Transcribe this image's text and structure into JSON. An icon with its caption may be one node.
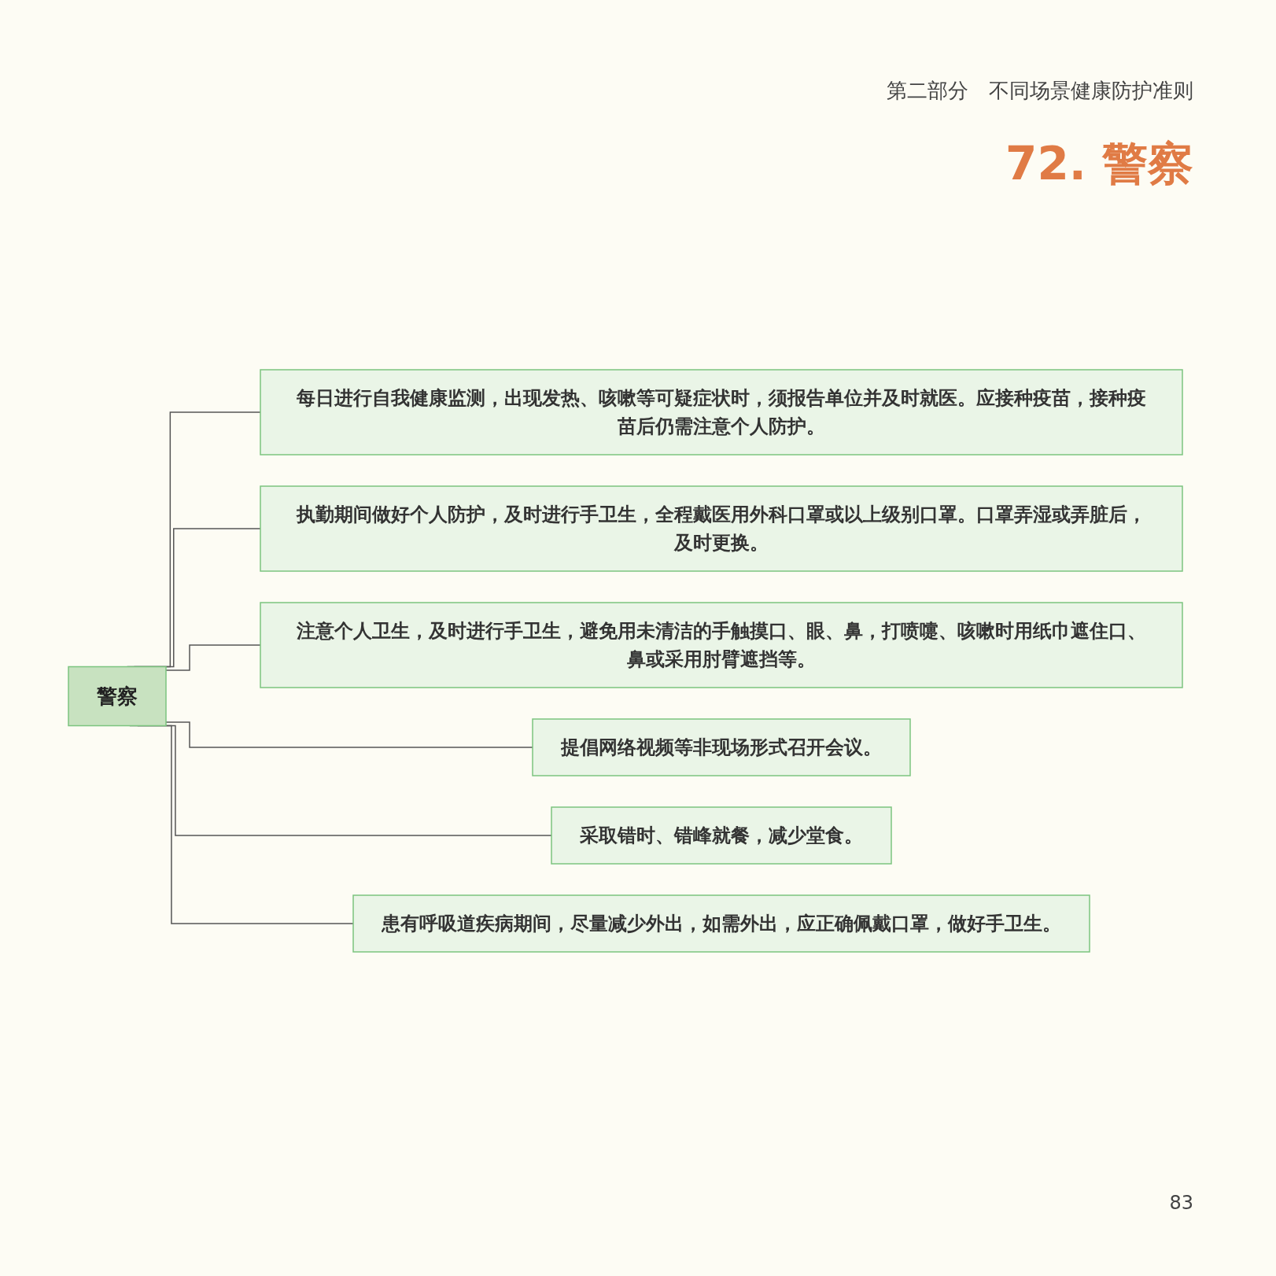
{
  "diagram": {
    "title": "72. 警察",
    "nodes": [
      {
        "text": [
          "警察"
        ]
      },
      {
        "text": [
          "每日进行自我健康监测，出现发热、咳嗽等可疑症状时，须报告单位并及时就医。应接种疫苗，接种疫苗后仍需注意个人防护。"
        ]
      },
      {
        "text": [
          "执勤期间做好个人防护，及时进行手卫生，全程戴医用外科口罩或以上级别口罩。口罩弄湿或弄脏后，及时更换。"
        ]
      },
      {
        "text": [
          "注意个人卫生，及时进行手卫生，避免用未清洁的手触摸口、眼、鼻，打喷嚏、咳嗽时用纸巾遮住口、鼻或采用肘臂遮挡等。"
        ]
      },
      {
        "text": [
          "提倡网络视频等非现场形式召开会议。"
        ]
      },
      {
        "text": [
          "采取错时、错峰就餐，减少堂食。"
        ]
      },
      {
        "text": [
          "患有呼吸道疾病期间，尽量减少外出，如需外出，应正确佩戴口罩，做好手卫生。"
        ]
      }
    ],
    "edges": [
      {
        "from": 0,
        "to": 1,
        "arrow": "none"
      },
      {
        "from": 0,
        "to": 2,
        "arrow": "none"
      },
      {
        "from": 0,
        "to": 3,
        "arrow": "none"
      },
      {
        "from": 0,
        "to": 4,
        "arrow": "none"
      },
      {
        "from": 0,
        "to": 5,
        "arrow": "none"
      },
      {
        "from": 0,
        "to": 6,
        "arrow": "none"
      }
    ],
    "labels": [
      "第二部分　不同场景健康防护准则",
      "83"
    ]
  }
}
